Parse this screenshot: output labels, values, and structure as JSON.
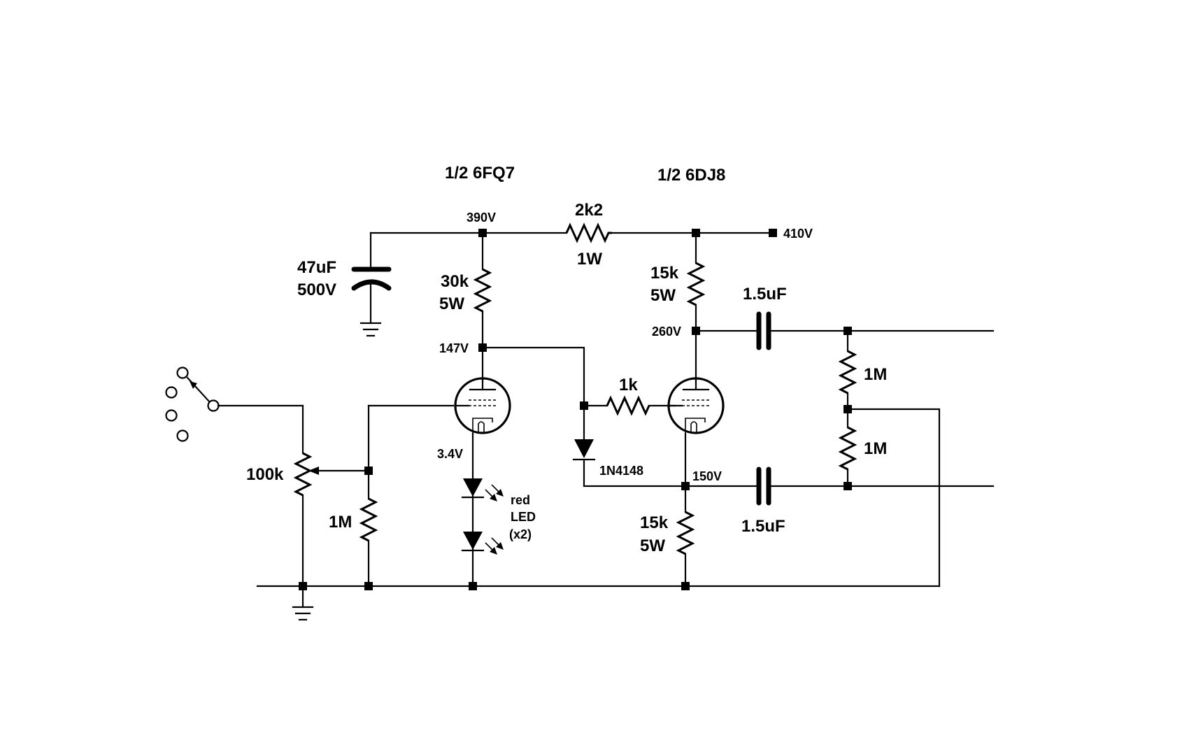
{
  "tubes": {
    "v1_label": "1/2 6FQ7",
    "v2_label": "1/2 6DJ8"
  },
  "voltages": {
    "v390": "390V",
    "v410": "410V",
    "v260": "260V",
    "v147": "147V",
    "v150": "150V",
    "v34": "3.4V"
  },
  "components": {
    "r_2k2_value": "2k2",
    "r_2k2_power": "1W",
    "c_47u_value": "47uF",
    "c_47u_voltage": "500V",
    "r_30k_value": "30k",
    "r_30k_power": "5W",
    "r_15k_top_value": "15k",
    "r_15k_top_power": "5W",
    "c_out_top_value": "1.5uF",
    "r_1m_top_value": "1M",
    "r_1m_mid_value": "1M",
    "r_1k_value": "1k",
    "diode_part": "1N4148",
    "pot_value": "100k",
    "r_1m_grid_value": "1M",
    "led_line1": "red",
    "led_line2": "LED",
    "led_line3": "(x2)",
    "r_15k_bottom_value": "15k",
    "r_15k_bottom_power": "5W",
    "c_out_bottom_value": "1.5uF"
  }
}
